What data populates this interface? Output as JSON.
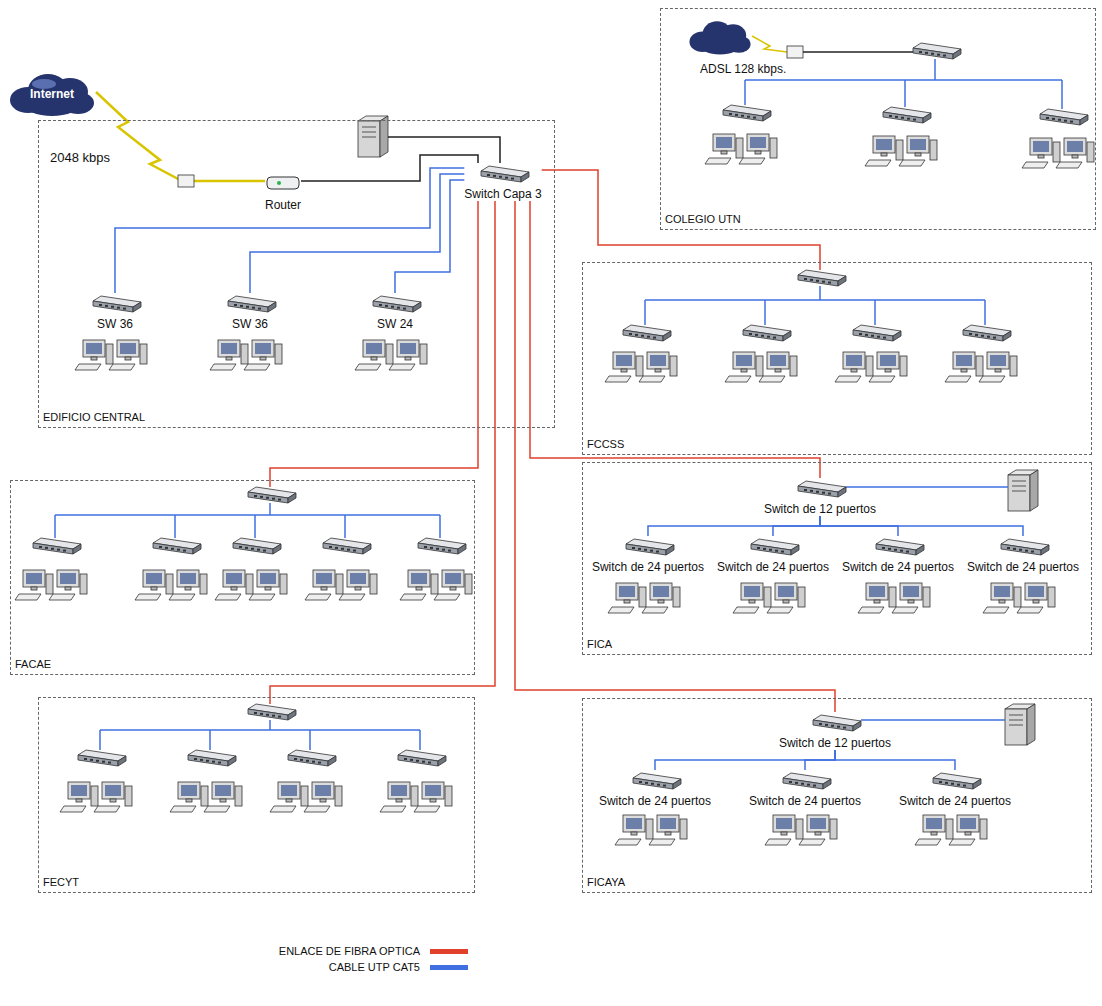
{
  "diagram": {
    "nodes": [
      {
        "text": [
          "Internet"
        ]
      },
      {
        "text": [
          "EDIFICIO CENTRAL"
        ]
      },
      {
        "text": [
          "Router"
        ],
        "in": 1
      },
      {
        "text": [
          "Switch Capa 3"
        ],
        "in": 1
      },
      {
        "text": [
          "SW 36"
        ],
        "in": 1
      },
      {
        "text": [
          "SW 36"
        ],
        "in": 1
      },
      {
        "text": [
          "SW 24"
        ],
        "in": 1
      },
      {
        "text": [
          "COLEGIO UTN"
        ]
      },
      {
        "text": [
          "FCCSS"
        ]
      },
      {
        "text": [
          "FACAE"
        ]
      },
      {
        "text": [
          "FICA"
        ]
      },
      {
        "text": [
          "Switch de 12 puertos"
        ],
        "in": 10
      },
      {
        "text": [
          "Switch de 24 puertos"
        ],
        "in": 10
      },
      {
        "text": [
          "Switch de 24 puertos"
        ],
        "in": 10
      },
      {
        "text": [
          "Switch de 24 puertos"
        ],
        "in": 10
      },
      {
        "text": [
          "Switch de 24 puertos"
        ],
        "in": 10
      },
      {
        "text": [
          "FECYT"
        ]
      },
      {
        "text": [
          "FICAYA"
        ]
      },
      {
        "text": [
          "Switch de 12 puertos"
        ],
        "in": 17
      },
      {
        "text": [
          "Switch de 24 puertos"
        ],
        "in": 17
      },
      {
        "text": [
          "Switch de 24 puertos"
        ],
        "in": 17
      },
      {
        "text": [
          "Switch de 24 puertos"
        ],
        "in": 17
      }
    ],
    "edges": [
      {
        "from": 0,
        "to": 2,
        "arrow": "none"
      },
      {
        "from": 2,
        "to": 3,
        "arrow": "none"
      },
      {
        "from": 3,
        "to": 4,
        "arrow": "none"
      },
      {
        "from": 3,
        "to": 5,
        "arrow": "none"
      },
      {
        "from": 3,
        "to": 6,
        "arrow": "none"
      },
      {
        "from": 3,
        "to": 8,
        "arrow": "none"
      },
      {
        "from": 3,
        "to": 9,
        "arrow": "none"
      },
      {
        "from": 3,
        "to": 11,
        "arrow": "none"
      },
      {
        "from": 3,
        "to": 16,
        "arrow": "none"
      },
      {
        "from": 3,
        "to": 18,
        "arrow": "none"
      },
      {
        "from": 11,
        "to": 12,
        "arrow": "none"
      },
      {
        "from": 11,
        "to": 13,
        "arrow": "none"
      },
      {
        "from": 11,
        "to": 14,
        "arrow": "none"
      },
      {
        "from": 11,
        "to": 15,
        "arrow": "none"
      },
      {
        "from": 18,
        "to": 19,
        "arrow": "none"
      },
      {
        "from": 18,
        "to": 20,
        "arrow": "none"
      },
      {
        "from": 18,
        "to": 21,
        "arrow": "none"
      }
    ],
    "labels": [
      "2048 kbps",
      "ADSL 128 kbps."
    ],
    "legend": [
      {
        "text": "ENLACE DE FIBRA OPTICA",
        "color": "#e0402c"
      },
      {
        "text": "CABLE UTP CAT5",
        "color": "#3f6fe0"
      }
    ]
  }
}
